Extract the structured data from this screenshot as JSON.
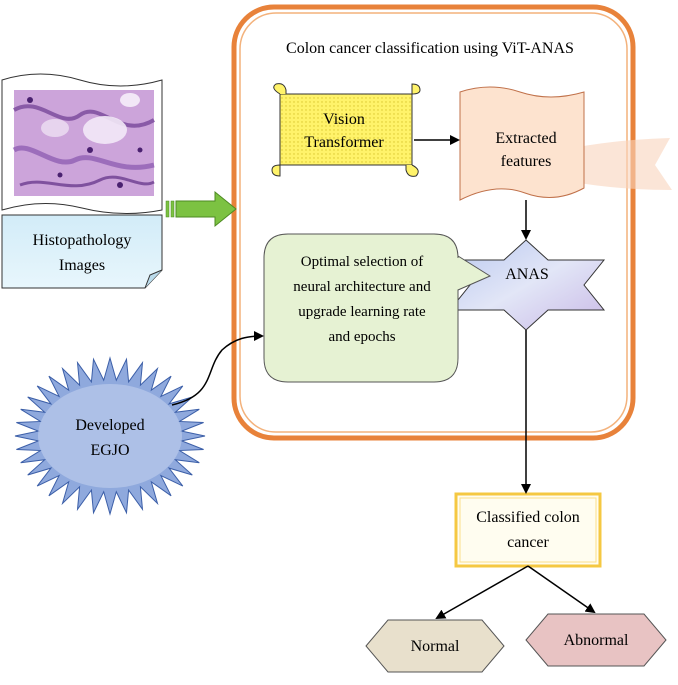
{
  "container": {
    "title": "Colon cancer classification using ViT-ANAS"
  },
  "nodes": {
    "vision_transformer": {
      "line1": "Vision",
      "line2": "Transformer"
    },
    "extracted_features": {
      "line1": "Extracted",
      "line2": "features"
    },
    "histopathology": {
      "line1": "Histopathology",
      "line2": "Images"
    },
    "optimal_selection": {
      "line1": "Optimal selection of",
      "line2": "neural architecture and",
      "line3": "upgrade learning rate",
      "line4": "and epochs"
    },
    "anas": {
      "label": "ANAS"
    },
    "egjo": {
      "line1": "Developed",
      "line2": "EGJO"
    },
    "classified": {
      "line1": "Classified colon",
      "line2": "cancer"
    },
    "normal": {
      "label": "Normal"
    },
    "abnormal": {
      "label": "Abnormal"
    }
  },
  "colors": {
    "container_border": "#e8823a",
    "scroll_fill": "#fff36a",
    "features_fill": "#fde3cf",
    "histo_fill": "#d6eef8",
    "callout_fill": "#e6f2d3",
    "anas_fill": "#c9d3ef",
    "egjo_fill": "#8fa9dd",
    "classified_border": "#f5c842",
    "normal_fill": "#e8e0cc",
    "abnormal_fill": "#e8c3c3",
    "arrow_green": "#7cc242"
  }
}
